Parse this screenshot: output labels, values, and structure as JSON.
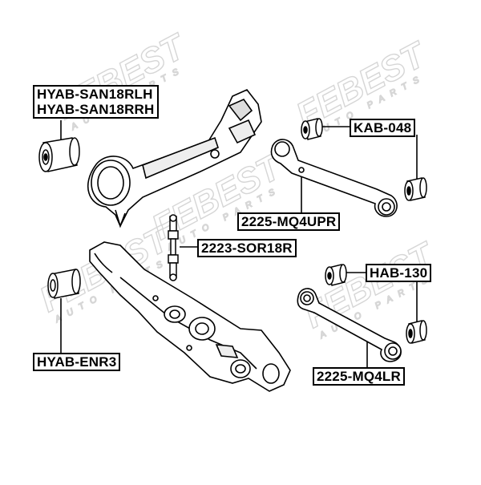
{
  "watermark": {
    "brand": "FEBEST",
    "tagline": "AUTO PARTS"
  },
  "labels": {
    "hyab_san18rlh": "HYAB-SAN18RLH",
    "hyab_san18rrh": "HYAB-SAN18RRH",
    "kab_048": "KAB-048",
    "mq4upr": "2225-MQ4UPR",
    "sor18r": "2223-SOR18R",
    "hab_130": "HAB-130",
    "hyab_enr3": "HYAB-ENR3",
    "mq4lr": "2225-MQ4LR"
  },
  "colors": {
    "ink": "#000000",
    "watermark": "#d9d9d9",
    "background": "#ffffff"
  }
}
